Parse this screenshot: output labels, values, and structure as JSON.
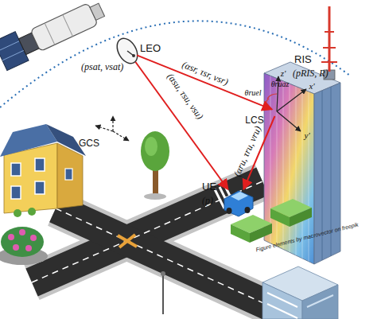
{
  "diagram": {
    "nodes": [
      {
        "text": [
          "LEO",
          "(psat, vsat)"
        ]
      },
      {
        "text": [
          "RIS",
          "(pRIS, R)"
        ]
      },
      {
        "text": [
          "UE",
          "(p)"
        ]
      }
    ],
    "edges": [
      {
        "from": 0,
        "to": 1,
        "arrow": "to",
        "label": "(αsr, τsr, νsr)"
      },
      {
        "from": 0,
        "to": 2,
        "arrow": "to",
        "label": "(αsu, τsu, νsu)"
      },
      {
        "from": 1,
        "to": 2,
        "arrow": "to",
        "label": "(αru, τru, νru)"
      }
    ],
    "labels": [
      "GCS",
      "LCS",
      "θruaz",
      "θruel",
      "x'",
      "y'",
      "z'",
      "Figure elements by macrovector on freepik"
    ]
  }
}
